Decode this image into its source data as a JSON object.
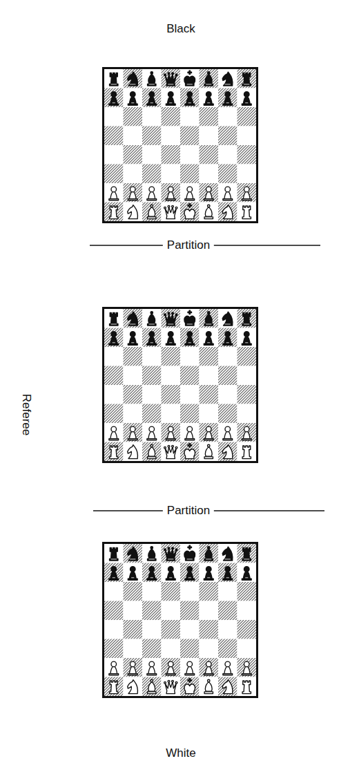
{
  "diagram": {
    "labels": [
      "Black",
      "Partition",
      "Referee",
      "Partition",
      "White"
    ]
  }
}
